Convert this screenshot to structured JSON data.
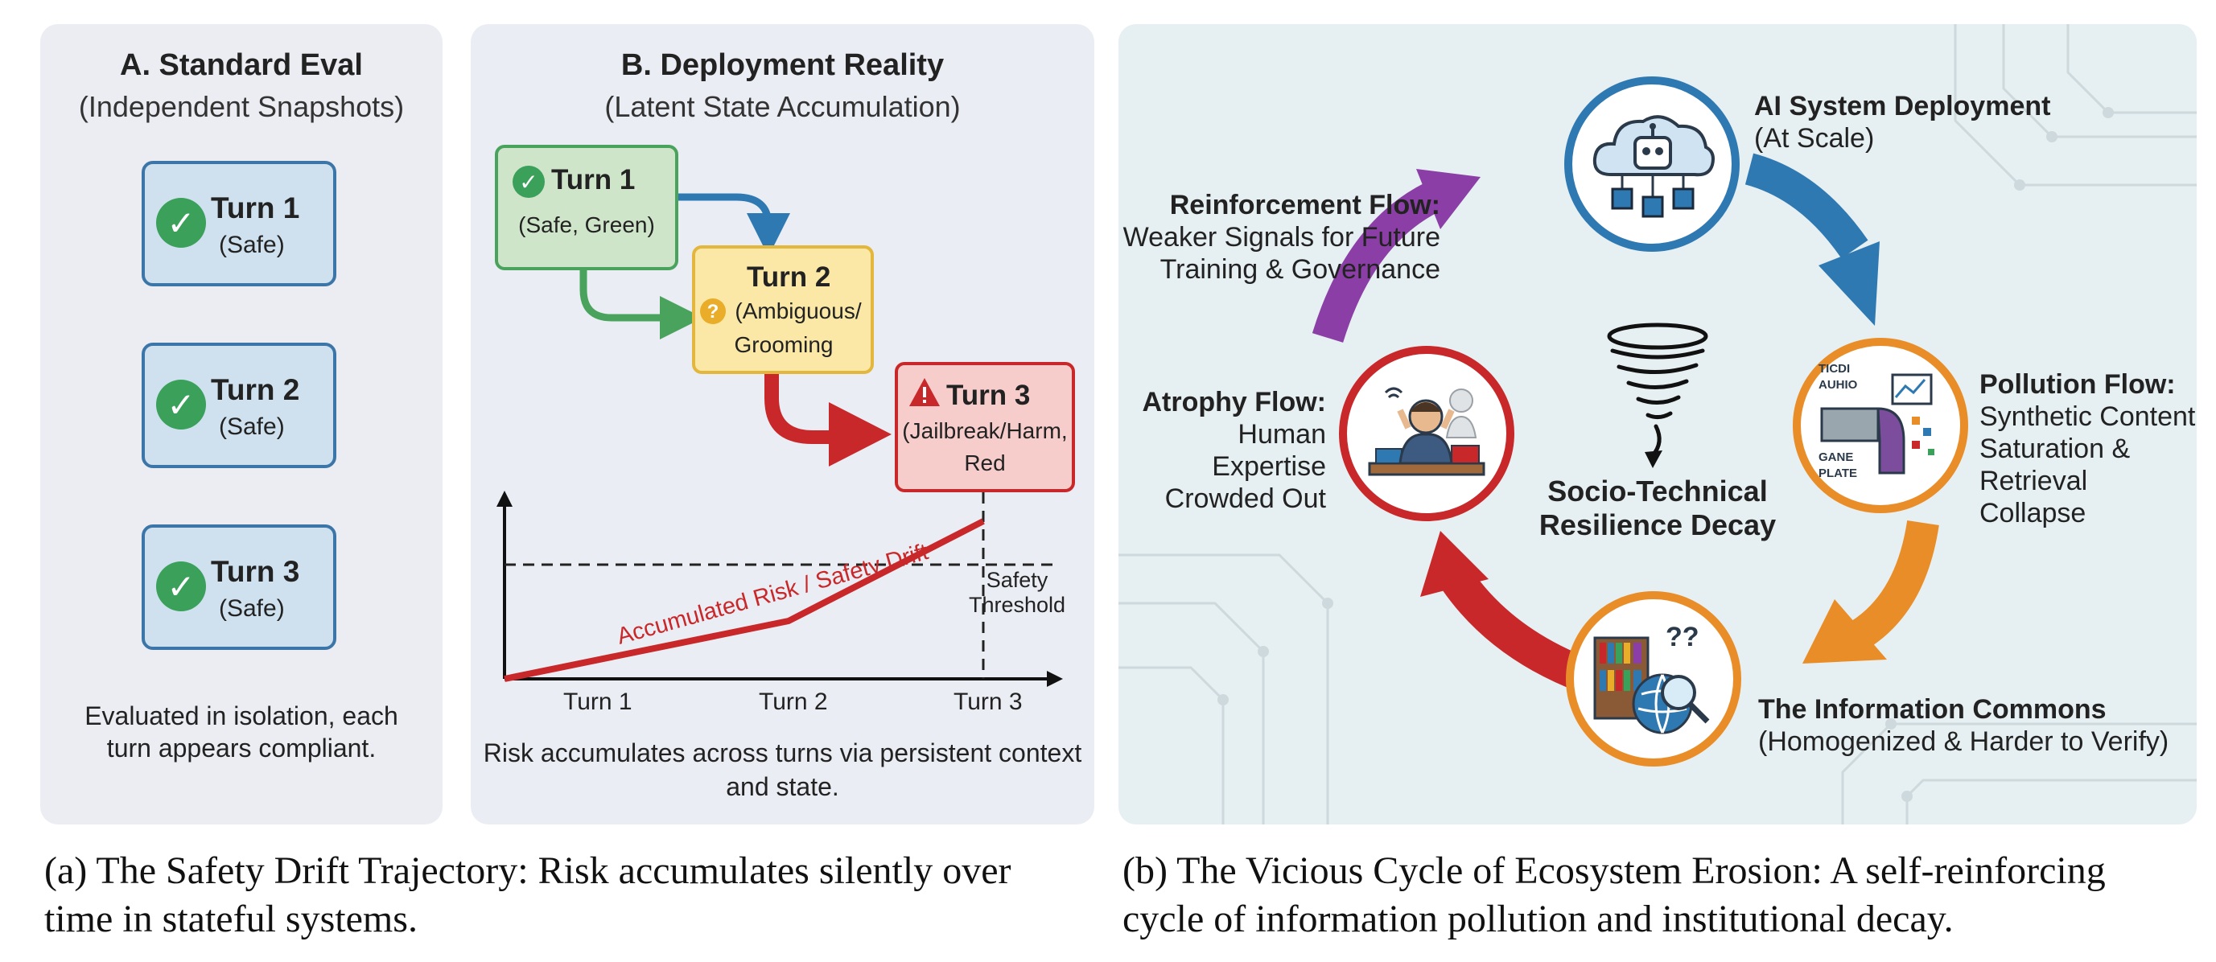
{
  "panel_a": {
    "title": "A. Standard Eval",
    "subtitle": "(Independent Snapshots)",
    "turns": [
      {
        "label": "Turn 1",
        "status": "(Safe)"
      },
      {
        "label": "Turn 2",
        "status": "(Safe)"
      },
      {
        "label": "Turn 3",
        "status": "(Safe)"
      }
    ],
    "note_line1": "Evaluated in isolation, each",
    "note_line2": "turn appears compliant."
  },
  "panel_b": {
    "title": "B. Deployment Reality",
    "subtitle": "(Latent State Accumulation)",
    "turn1": {
      "label": "Turn 1",
      "status": "(Safe, Green)"
    },
    "turn2": {
      "label": "Turn 2",
      "status_line1": "(Ambiguous/",
      "status_line2": "Grooming"
    },
    "turn3": {
      "label": "Turn 3",
      "status_line1": "(Jailbreak/Harm,",
      "status_line2": "Red"
    },
    "chart_line_label": "Accumulated Risk / Safety Drift",
    "threshold_line1": "Safety",
    "threshold_line2": "Threshold",
    "x_ticks": [
      "Turn 1",
      "Turn 2",
      "Turn 3"
    ],
    "note_line1": "Risk accumulates across turns via persistent context",
    "note_line2": "and state."
  },
  "panel_c": {
    "center_line1": "Socio-Technical",
    "center_line2": "Resilience Decay",
    "deployment": {
      "title": "AI System Deployment",
      "sub": "(At Scale)"
    },
    "pollution": {
      "title": "Pollution Flow:",
      "line1": "Synthetic Content",
      "line2": "Saturation &",
      "line3": "Retrieval Collapse"
    },
    "commons": {
      "title": "The Information Commons",
      "sub": "(Homogenized & Harder to Verify)"
    },
    "atrophy": {
      "title": "Atrophy Flow:",
      "line1": "Human Expertise",
      "line2": "Crowded Out"
    },
    "reinforcement": {
      "title": "Reinforcement Flow:",
      "line1": "Weaker Signals for Future",
      "line2": "Training & Governance"
    },
    "pollution_img_text": [
      "TICDI",
      "AUHIO",
      "GANE",
      "PLATE"
    ]
  },
  "captions": {
    "a_line1": "(a) The Safety Drift Trajectory: Risk accumulates silently over",
    "a_line2": "time in stateful systems.",
    "b_line1": "(b) The Vicious Cycle of Ecosystem Erosion: A self-reinforcing",
    "b_line2": "cycle of information pollution and institutional decay."
  },
  "colors": {
    "safe_green": "#3aa05a",
    "ambiguous_yellow": "#fbe8a6",
    "harm_red": "#c8282a",
    "blue": "#2f79b2",
    "orange": "#e98d28",
    "purple": "#8b3fa6"
  }
}
